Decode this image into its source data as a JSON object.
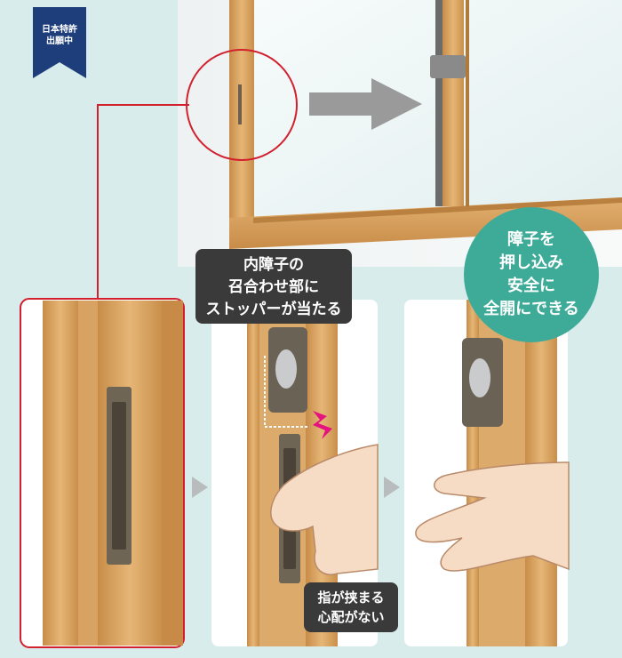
{
  "badge": {
    "line1": "日本特許",
    "line2": "出願中"
  },
  "callout_top": {
    "line1": "内障子の",
    "line2": "召合わせ部に",
    "line3": "ストッパーが当たる"
  },
  "circle_message": {
    "line1": "障子を",
    "line2": "押し込み",
    "line3": "安全に",
    "line4": "全開にできる"
  },
  "callout_bottom": {
    "line1": "指が挟まる",
    "line2": "心配がない"
  },
  "colors": {
    "background": "#d8ecec",
    "badge": "#1d3e7a",
    "highlight": "#d2202f",
    "callout": "#3a3a3a",
    "circle": "#3eab98",
    "frame_wood": "#d9a25e",
    "stopper_alert": "#e5137e"
  },
  "icons": {
    "arrow": "arrow-right-icon",
    "step": "triangle-right-icon",
    "alert": "zigzag-alert-icon"
  }
}
